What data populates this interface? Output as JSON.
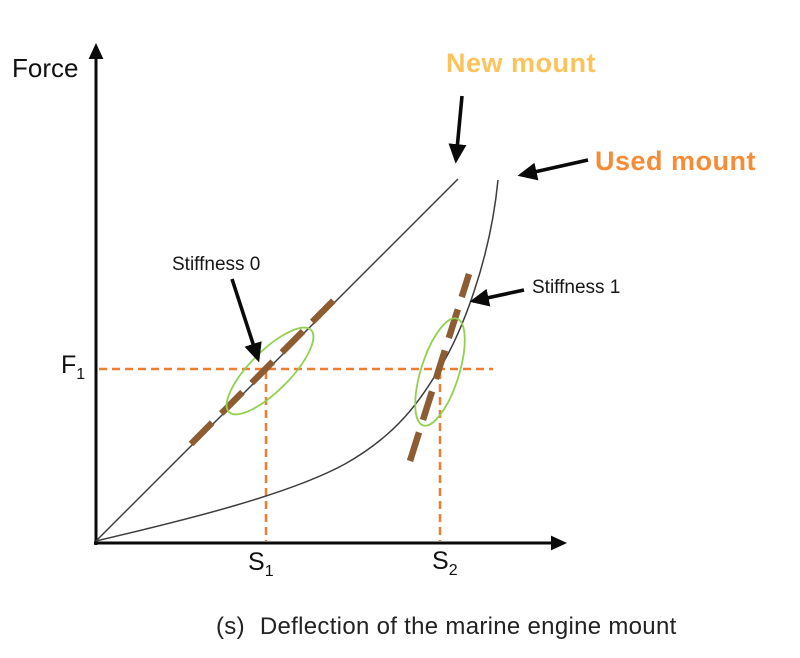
{
  "colors": {
    "new_mount": "#FCC35C",
    "used_mount": "#F68C36",
    "orange_dash": "#ED7D31",
    "brown_stiffness": "#8C5C33",
    "green_ellipse": "#92D050",
    "curve_line": "#3d3d3d",
    "axis_black": "#0a0a0a"
  },
  "axes": {
    "y_label": "Force",
    "caption_prefix": "(s)",
    "caption_text": "Deflection of the marine engine mount"
  },
  "labels": {
    "new_mount": "New mount",
    "used_mount": "Used mount",
    "stiffness0": "Stiffness 0",
    "stiffness1": "Stiffness 1",
    "f1": {
      "base": "F",
      "sub": "1"
    },
    "s1": {
      "base": "S",
      "sub": "1"
    },
    "s2": {
      "base": "S",
      "sub": "2"
    }
  },
  "chart_data": {
    "type": "line",
    "title": "",
    "xlabel": "(s) Deflection of the marine engine mount",
    "ylabel": "Force",
    "grid": false,
    "legend": "none - curves identified by arrow callouts (New mount, Used mount)",
    "numeric_axis_labels": false,
    "symbolic_ticks": {
      "x": [
        "S1",
        "S2"
      ],
      "y": [
        "F1"
      ]
    },
    "units_note": "Qualitative plot, no numeric scale shown; values estimated in units where S1 = 1 deflection and F1 = 1 force.",
    "series": [
      {
        "name": "New mount",
        "shape": "approximately linear",
        "x": [
          0,
          0.5,
          1.0,
          1.5,
          2.13
        ],
        "y": [
          0,
          0.5,
          1.0,
          1.5,
          2.1
        ]
      },
      {
        "name": "Used mount",
        "shape": "stiffening (convex) curve",
        "x": [
          0,
          0.5,
          1.0,
          1.5,
          2.02,
          2.25,
          2.36
        ],
        "y": [
          0,
          0.12,
          0.26,
          0.48,
          1.0,
          1.65,
          2.09
        ]
      }
    ],
    "annotations": [
      {
        "text": "Stiffness 0",
        "meaning": "brown dashed tangent to New mount curve at (S1, F1), circled in green"
      },
      {
        "text": "Stiffness 1",
        "meaning": "brown dashed tangent to Used mount curve at (S2, F1), circled in green"
      },
      {
        "text": "F1",
        "meaning": "horizontal orange dashed reference line at common force level"
      },
      {
        "text": "S1",
        "meaning": "vertical orange dashed line: deflection of new mount at F1"
      },
      {
        "text": "S2",
        "meaning": "vertical orange dashed line: deflection of used mount at F1"
      }
    ]
  }
}
